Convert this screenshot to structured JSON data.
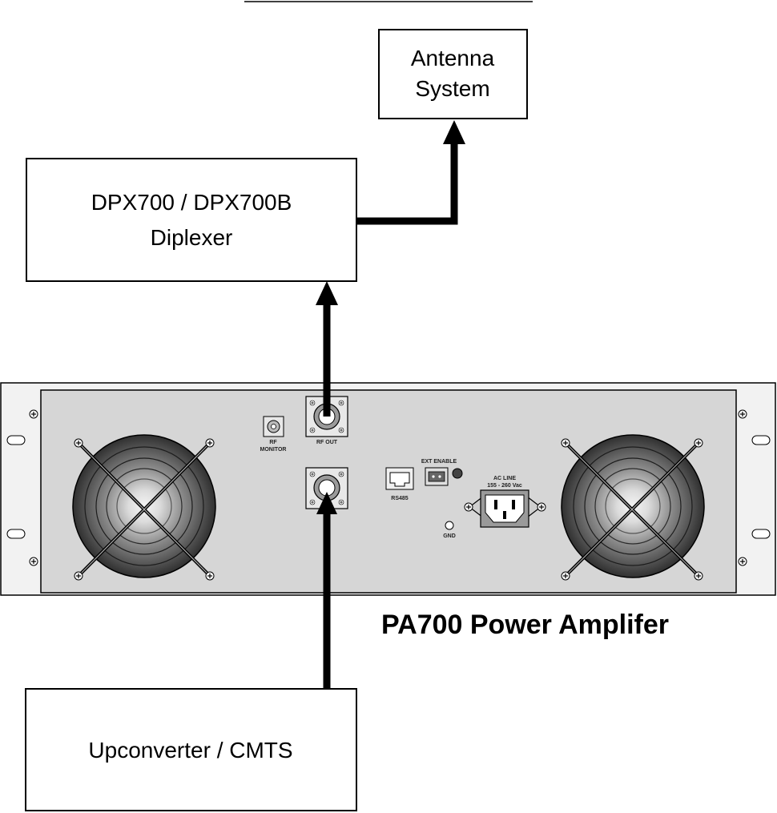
{
  "blocks": {
    "antenna": {
      "line1": "Antenna",
      "line2": "System"
    },
    "diplexer": {
      "line1": "DPX700 / DPX700B",
      "line2": "Diplexer"
    },
    "upconverter": {
      "label": "Upconverter / CMTS"
    }
  },
  "amplifier": {
    "title": "PA700 Power Amplifer",
    "labels": {
      "rf_out": "RF OUT",
      "rf_monitor_1": "RF",
      "rf_monitor_2": "MONITOR",
      "rs485": "RS485",
      "ext_enable": "EXT ENABLE",
      "ac_line_1": "AC LINE",
      "ac_line_2": "155 - 260 Vac",
      "gnd": "GND"
    }
  },
  "colors": {
    "line": "#000000",
    "panel": "#d6d6d6",
    "ear": "#f2f2f2",
    "fan": "#3a3a3a"
  }
}
